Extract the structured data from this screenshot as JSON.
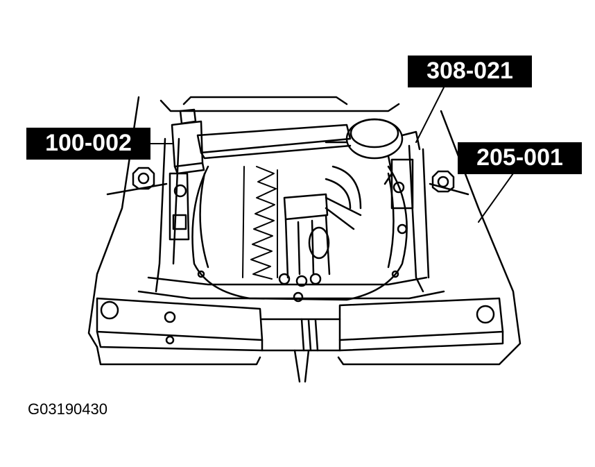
{
  "callouts": {
    "tool_100_002": "100-002",
    "tool_308_021": "308-021",
    "tool_205_001": "205-001"
  },
  "figure_code": "G03190430",
  "colors": {
    "ink": "#000000",
    "paper": "#ffffff"
  }
}
